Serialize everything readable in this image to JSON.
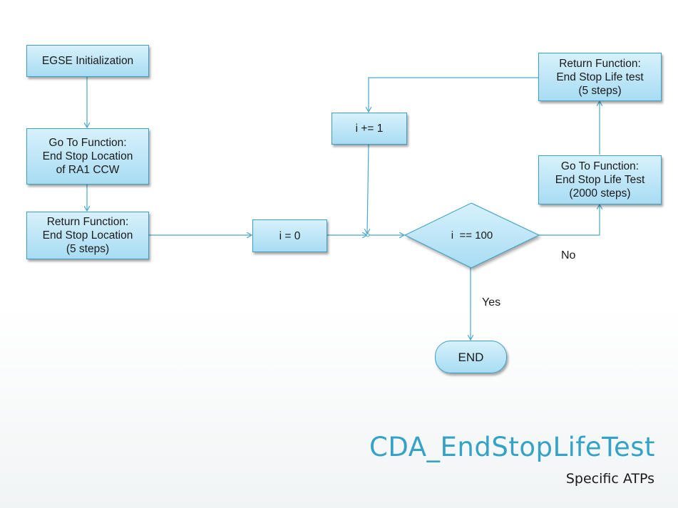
{
  "nodes": {
    "egse_init": "EGSE Initialization",
    "goto_end_stop_location": "Go To Function:\nEnd Stop Location\nof RA1 CCW",
    "return_end_stop_location": "Return Function:\nEnd Stop Location\n(5 steps)",
    "init_counter": "i = 0",
    "increment_counter": "i += 1",
    "decision": "i  == 100",
    "goto_life_test": "Go To Function:\nEnd Stop Life Test\n(2000 steps)",
    "return_life_test": "Return Function:\nEnd Stop Life test\n(5 steps)",
    "end": "END"
  },
  "edge_labels": {
    "no": "No",
    "yes": "Yes"
  },
  "slide": {
    "title": "CDA_EndStopLifeTest",
    "subtitle": "Specific ATPs"
  },
  "colors": {
    "box_border": "#3aa0c6",
    "box_fill_top": "#d7f1fc",
    "box_fill_bottom": "#a8dcf3",
    "connector": "#4aa8cc",
    "title": "#34a3c7"
  }
}
